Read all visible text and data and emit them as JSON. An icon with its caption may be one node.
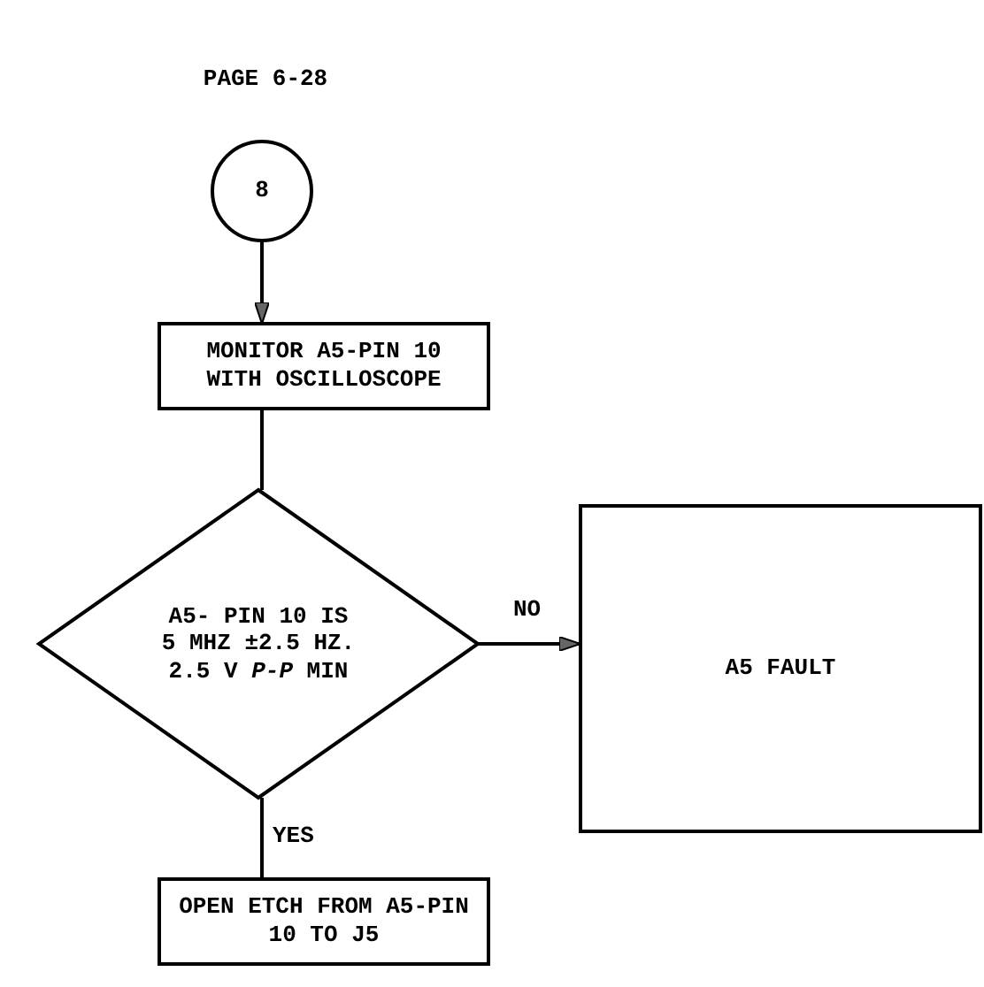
{
  "diagram": {
    "nodes": [
      {
        "text": [
          "8"
        ],
        "beside": [
          "PAGE 6-28"
        ]
      },
      {
        "text": [
          "MONITOR A5-PIN 10 WITH OSCILLOSCOPE"
        ]
      },
      {
        "text": [
          "A5- PIN 10 IS 5 MHZ ±2.5 HZ. 2.5 V *P-P* MIN"
        ]
      },
      {
        "text": [
          "A5 FAULT"
        ]
      },
      {
        "text": [
          "OPEN ETCH FROM A5-PIN 10 TO J5"
        ]
      }
    ],
    "edges": [
      {
        "from": 0,
        "to": 1,
        "arrow": "to"
      },
      {
        "from": 1,
        "to": 2,
        "arrow": "none"
      },
      {
        "from": 2,
        "to": 3,
        "arrow": "to",
        "label": "NO"
      },
      {
        "from": 2,
        "to": 4,
        "arrow": "none",
        "label": "YES"
      }
    ]
  }
}
